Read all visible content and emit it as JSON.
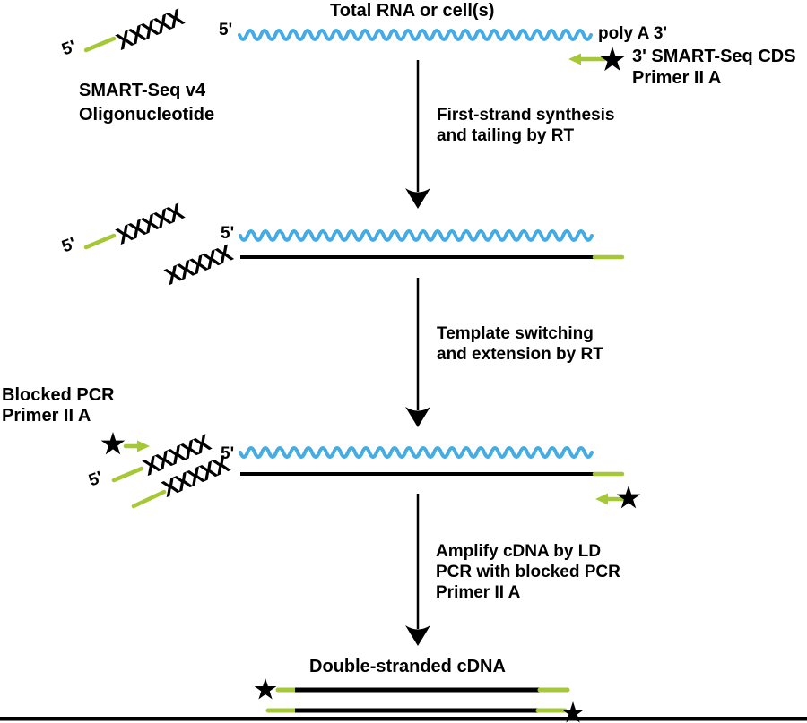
{
  "diagram": {
    "title": "Total RNA or cell(s)",
    "poly_a": "poly A 3'",
    "five_prime": "5'",
    "xxxxx": "XXXXX",
    "smart_oligo_label": {
      "line1": "SMART-Seq v4",
      "line2": "Oligonucleotide"
    },
    "cds_primer_label": {
      "line1": "3' SMART-Seq CDS",
      "line2": "Primer II A"
    },
    "blocked_primer_label": {
      "line1": "Blocked PCR",
      "line2": "Primer II A"
    },
    "steps": {
      "first_strand": {
        "line1": "First-strand synthesis",
        "line2": "and tailing by RT"
      },
      "template_switch": {
        "line1": "Template switching",
        "line2": "and extension by RT"
      },
      "amplify": {
        "line1": "Amplify cDNA by LD",
        "line2": "PCR with blocked PCR",
        "line3": "Primer II A"
      }
    },
    "result_label": "Double-stranded cDNA",
    "colors": {
      "rna_blue": "#45ACE3",
      "adapter_green": "#A6C837",
      "ink": "#000000"
    }
  }
}
